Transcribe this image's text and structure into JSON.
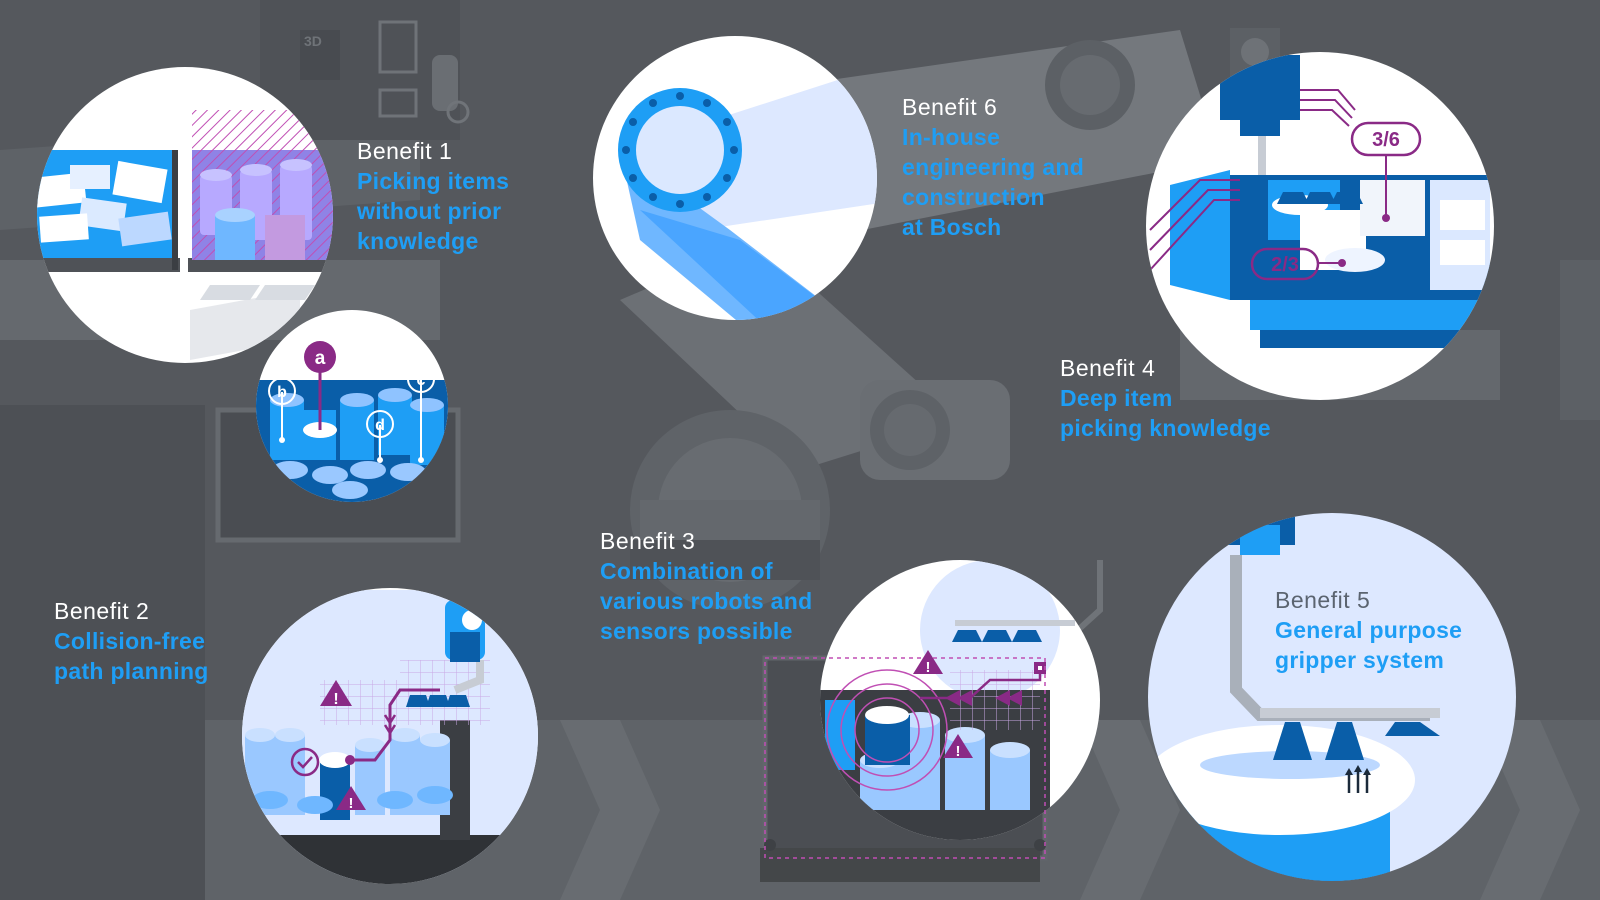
{
  "benefits": [
    {
      "id": 1,
      "number": "Benefit 1",
      "lines": [
        "Picking items",
        "without prior",
        "knowledge"
      ]
    },
    {
      "id": 2,
      "number": "Benefit 2",
      "lines": [
        "Collision-free",
        "path planning"
      ]
    },
    {
      "id": 3,
      "number": "Benefit 3",
      "lines": [
        "Combination of",
        "various robots and",
        "sensors possible"
      ]
    },
    {
      "id": 4,
      "number": "Benefit 4",
      "lines": [
        "Deep item",
        "picking knowledge"
      ]
    },
    {
      "id": 5,
      "number": "Benefit 5",
      "lines": [
        "General purpose",
        "gripper system"
      ]
    },
    {
      "id": 6,
      "number": "Benefit 6",
      "lines": [
        "In-house",
        "engineering and",
        "construction",
        "at Bosch"
      ]
    }
  ],
  "labels": {
    "mode_3d": "3D",
    "marker_a": "a",
    "marker_b": "b",
    "marker_c": "c",
    "marker_d": "d",
    "ratio_3_6": "3/6",
    "ratio_2_3": "2/3",
    "warning": "!"
  },
  "colors": {
    "background": "#55585d",
    "accent_blue": "#1e9ef5",
    "deep_blue": "#0a5ea8",
    "light_blue": "#bcd8ff",
    "purple": "#8a2a86",
    "white": "#ffffff"
  },
  "icons": [
    "warning-icon",
    "check-icon",
    "arrow-up-icon",
    "rewind-icon",
    "gripper-icon",
    "robot-arm-icon"
  ]
}
